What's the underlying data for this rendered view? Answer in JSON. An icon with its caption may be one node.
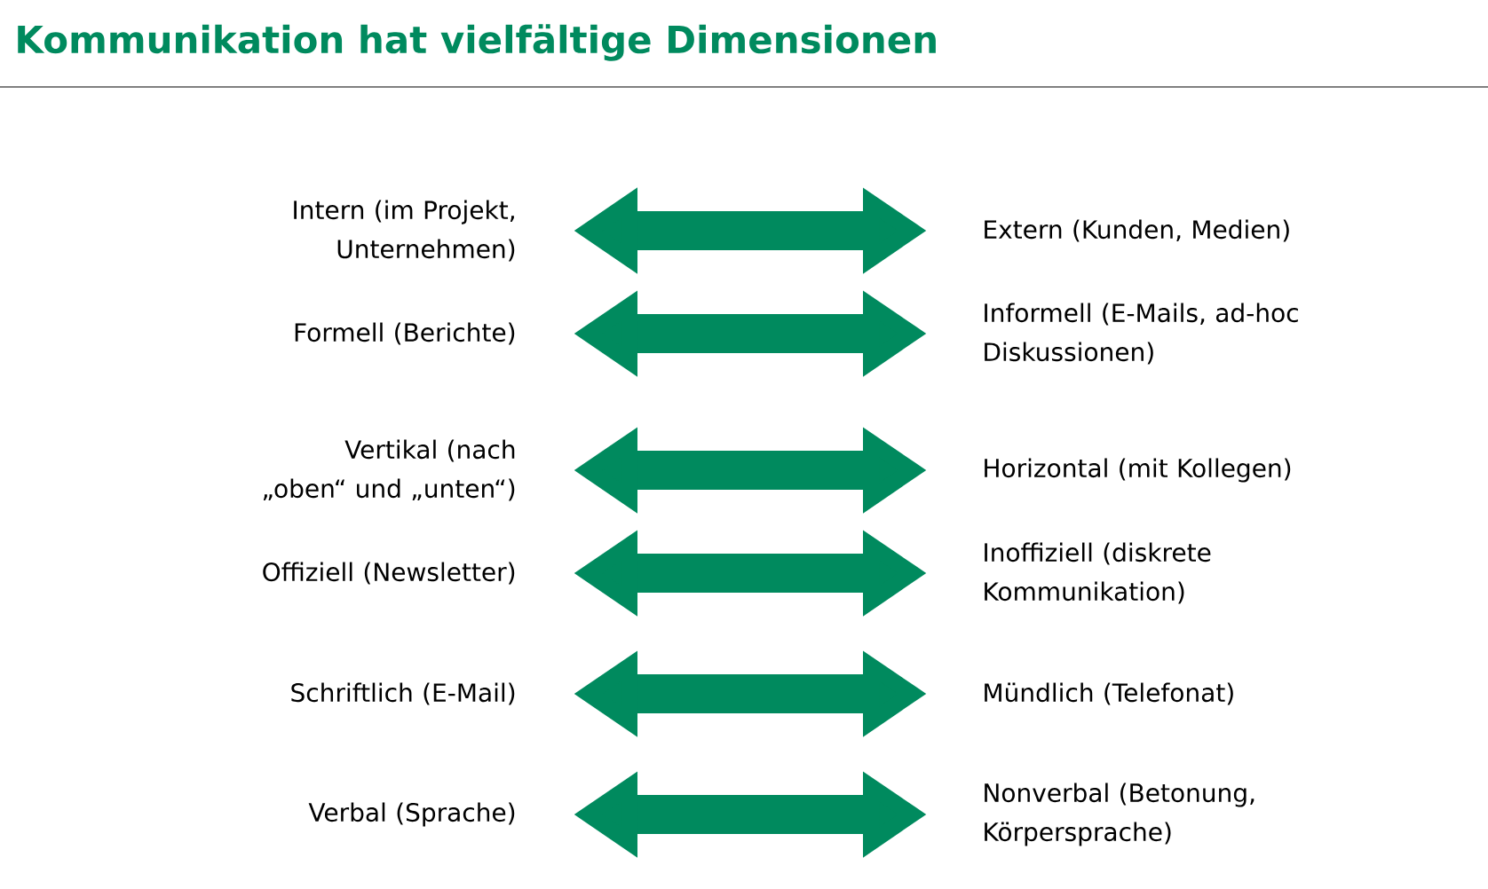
{
  "diagram": {
    "title": "Kommunikation hat vielfältige Dimensionen",
    "nodes": [
      {
        "text": [
          "Intern (im Projekt, Unternehmen)"
        ]
      },
      {
        "text": [
          "Extern (Kunden, Medien)"
        ]
      },
      {
        "text": [
          "Formell (Berichte)"
        ]
      },
      {
        "text": [
          "Informell (E-Mails, ad-hoc Diskussionen)"
        ]
      },
      {
        "text": [
          "Vertikal (nach „oben“ und „unten“)"
        ]
      },
      {
        "text": [
          "Horizontal (mit Kollegen)"
        ]
      },
      {
        "text": [
          "Offiziell (Newsletter)"
        ]
      },
      {
        "text": [
          "Inoffiziell (diskrete Kommunikation)"
        ]
      },
      {
        "text": [
          "Schriftlich (E-Mail)"
        ]
      },
      {
        "text": [
          "Mündlich (Telefonat)"
        ]
      },
      {
        "text": [
          "Verbal (Sprache)"
        ]
      },
      {
        "text": [
          "Nonverbal (Betonung, Körpersprache)"
        ]
      }
    ],
    "edges": [
      {
        "from": 0,
        "to": 1,
        "arrow": "both"
      },
      {
        "from": 2,
        "to": 3,
        "arrow": "both"
      },
      {
        "from": 4,
        "to": 5,
        "arrow": "both"
      },
      {
        "from": 6,
        "to": 7,
        "arrow": "both"
      },
      {
        "from": 8,
        "to": 9,
        "arrow": "both"
      },
      {
        "from": 10,
        "to": 11,
        "arrow": "both"
      }
    ]
  }
}
